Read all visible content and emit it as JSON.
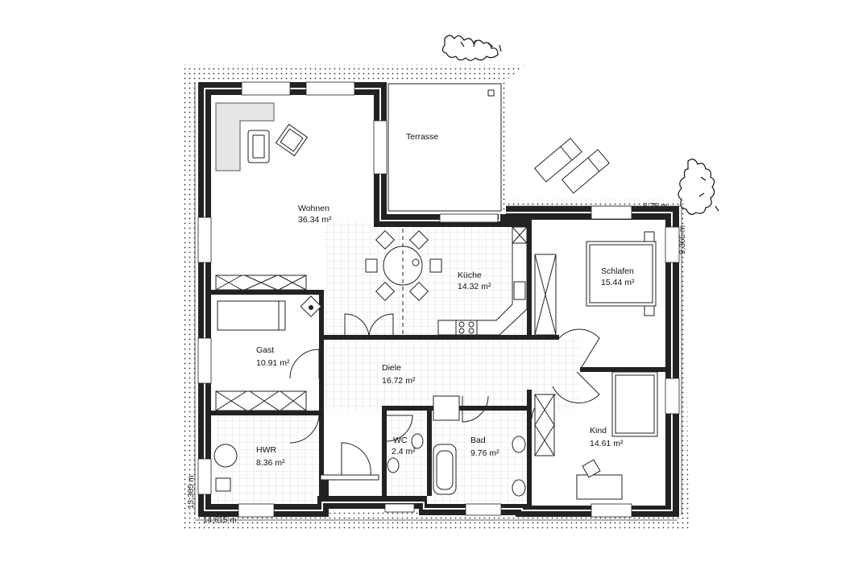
{
  "rooms": [
    {
      "name": "Wohnen",
      "area": "36.34 m²"
    },
    {
      "name": "Terrasse",
      "area": ""
    },
    {
      "name": "Küche",
      "area": "14.32 m²"
    },
    {
      "name": "Schlafen",
      "area": "15.44 m²"
    },
    {
      "name": "Gast",
      "area": "10.91 m²"
    },
    {
      "name": "Diele",
      "area": "16.72 m²"
    },
    {
      "name": "HWR",
      "area": "8.36 m²"
    },
    {
      "name": "WC",
      "area": "2.4 m²"
    },
    {
      "name": "Bad",
      "area": "9.76 m²"
    },
    {
      "name": "Kind",
      "area": "14.61 m²"
    }
  ],
  "dimensions": {
    "bottom_width": "14,615 m",
    "left_height": "13,365 m",
    "right_top_width": "8,75 m",
    "right_height": "9,365 m"
  }
}
